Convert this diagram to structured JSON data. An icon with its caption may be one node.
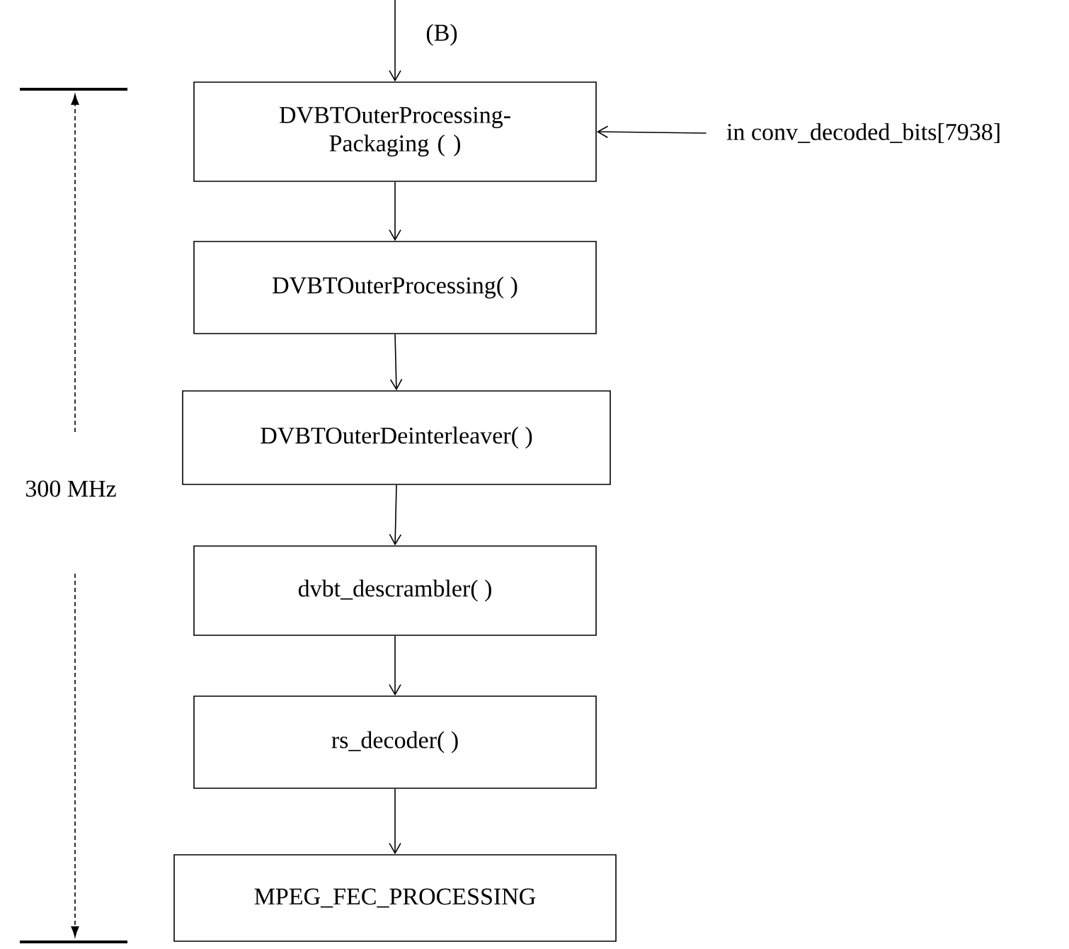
{
  "diagram": {
    "nodes": [
      {
        "text": [
          "DVBTOuterProcessing- Packaging ( )"
        ]
      },
      {
        "text": [
          "DVBTOuterProcessing( )"
        ]
      },
      {
        "text": [
          "DVBTOuterDeinterleaver( )"
        ]
      },
      {
        "text": [
          "dvbt_descrambler( )"
        ]
      },
      {
        "text": [
          "rs_decoder( )"
        ]
      },
      {
        "text": [
          "MPEG_FEC_PROCESSING"
        ]
      },
      {
        "text": [
          "in conv_decoded_bits[7938]"
        ]
      }
    ],
    "edges": [
      {
        "from": null,
        "to": 0,
        "arrow": "to",
        "label": "(B)"
      },
      {
        "from": 6,
        "to": 0,
        "arrow": "to"
      },
      {
        "from": 0,
        "to": 1,
        "arrow": "to"
      },
      {
        "from": 1,
        "to": 2,
        "arrow": "to"
      },
      {
        "from": 2,
        "to": 3,
        "arrow": "to"
      },
      {
        "from": 3,
        "to": 4,
        "arrow": "to"
      },
      {
        "from": 4,
        "to": 5,
        "arrow": "to"
      }
    ],
    "labels": [
      "300 MHz"
    ]
  }
}
